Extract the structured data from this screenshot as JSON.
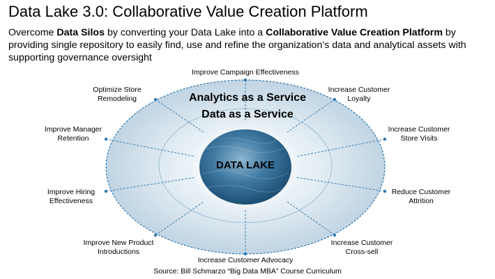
{
  "title": "Data Lake 3.0:  Collaborative Value Creation Platform",
  "subtitle": {
    "p1": "Overcome ",
    "b1": "Data Silos",
    "p2": " by converting your Data Lake into a ",
    "b2": "Collaborative Value Creation Platform",
    "p3": " by providing single repository to easily find, use and refine the organization’s data and analytical assets with supporting governance oversight"
  },
  "center": {
    "line1": "Analytics as a Service",
    "line2": "Data as a Service",
    "core": "DATA LAKE"
  },
  "outcomes": {
    "campaign": "Improve Campaign Effectiveness",
    "loyalty": [
      "Increase Customer",
      "Loyalty"
    ],
    "store_visits": [
      "Increase Customer",
      "Store Visits"
    ],
    "attrition": [
      "Reduce Customer",
      "Attrition"
    ],
    "cross_sell": [
      "Increase Customer",
      "Cross-sell"
    ],
    "advocacy": "Increase Customer Advocacy",
    "new_product": [
      "Improve New Product",
      "Introductions"
    ],
    "hiring": [
      "Improve Hiring",
      "Effectiveness"
    ],
    "manager": [
      "Improve Manager",
      "Retention"
    ],
    "store_remodel": [
      "Optimize Store",
      "Remodeling"
    ]
  },
  "source": "Source:  Bill Schmarzo “Big Data MBA” Course Curriculum",
  "colors": {
    "ellipse_fill": "#c9dbe7",
    "ellipse_stroke": "#2f79ad",
    "lake": "#2a5f8a"
  }
}
